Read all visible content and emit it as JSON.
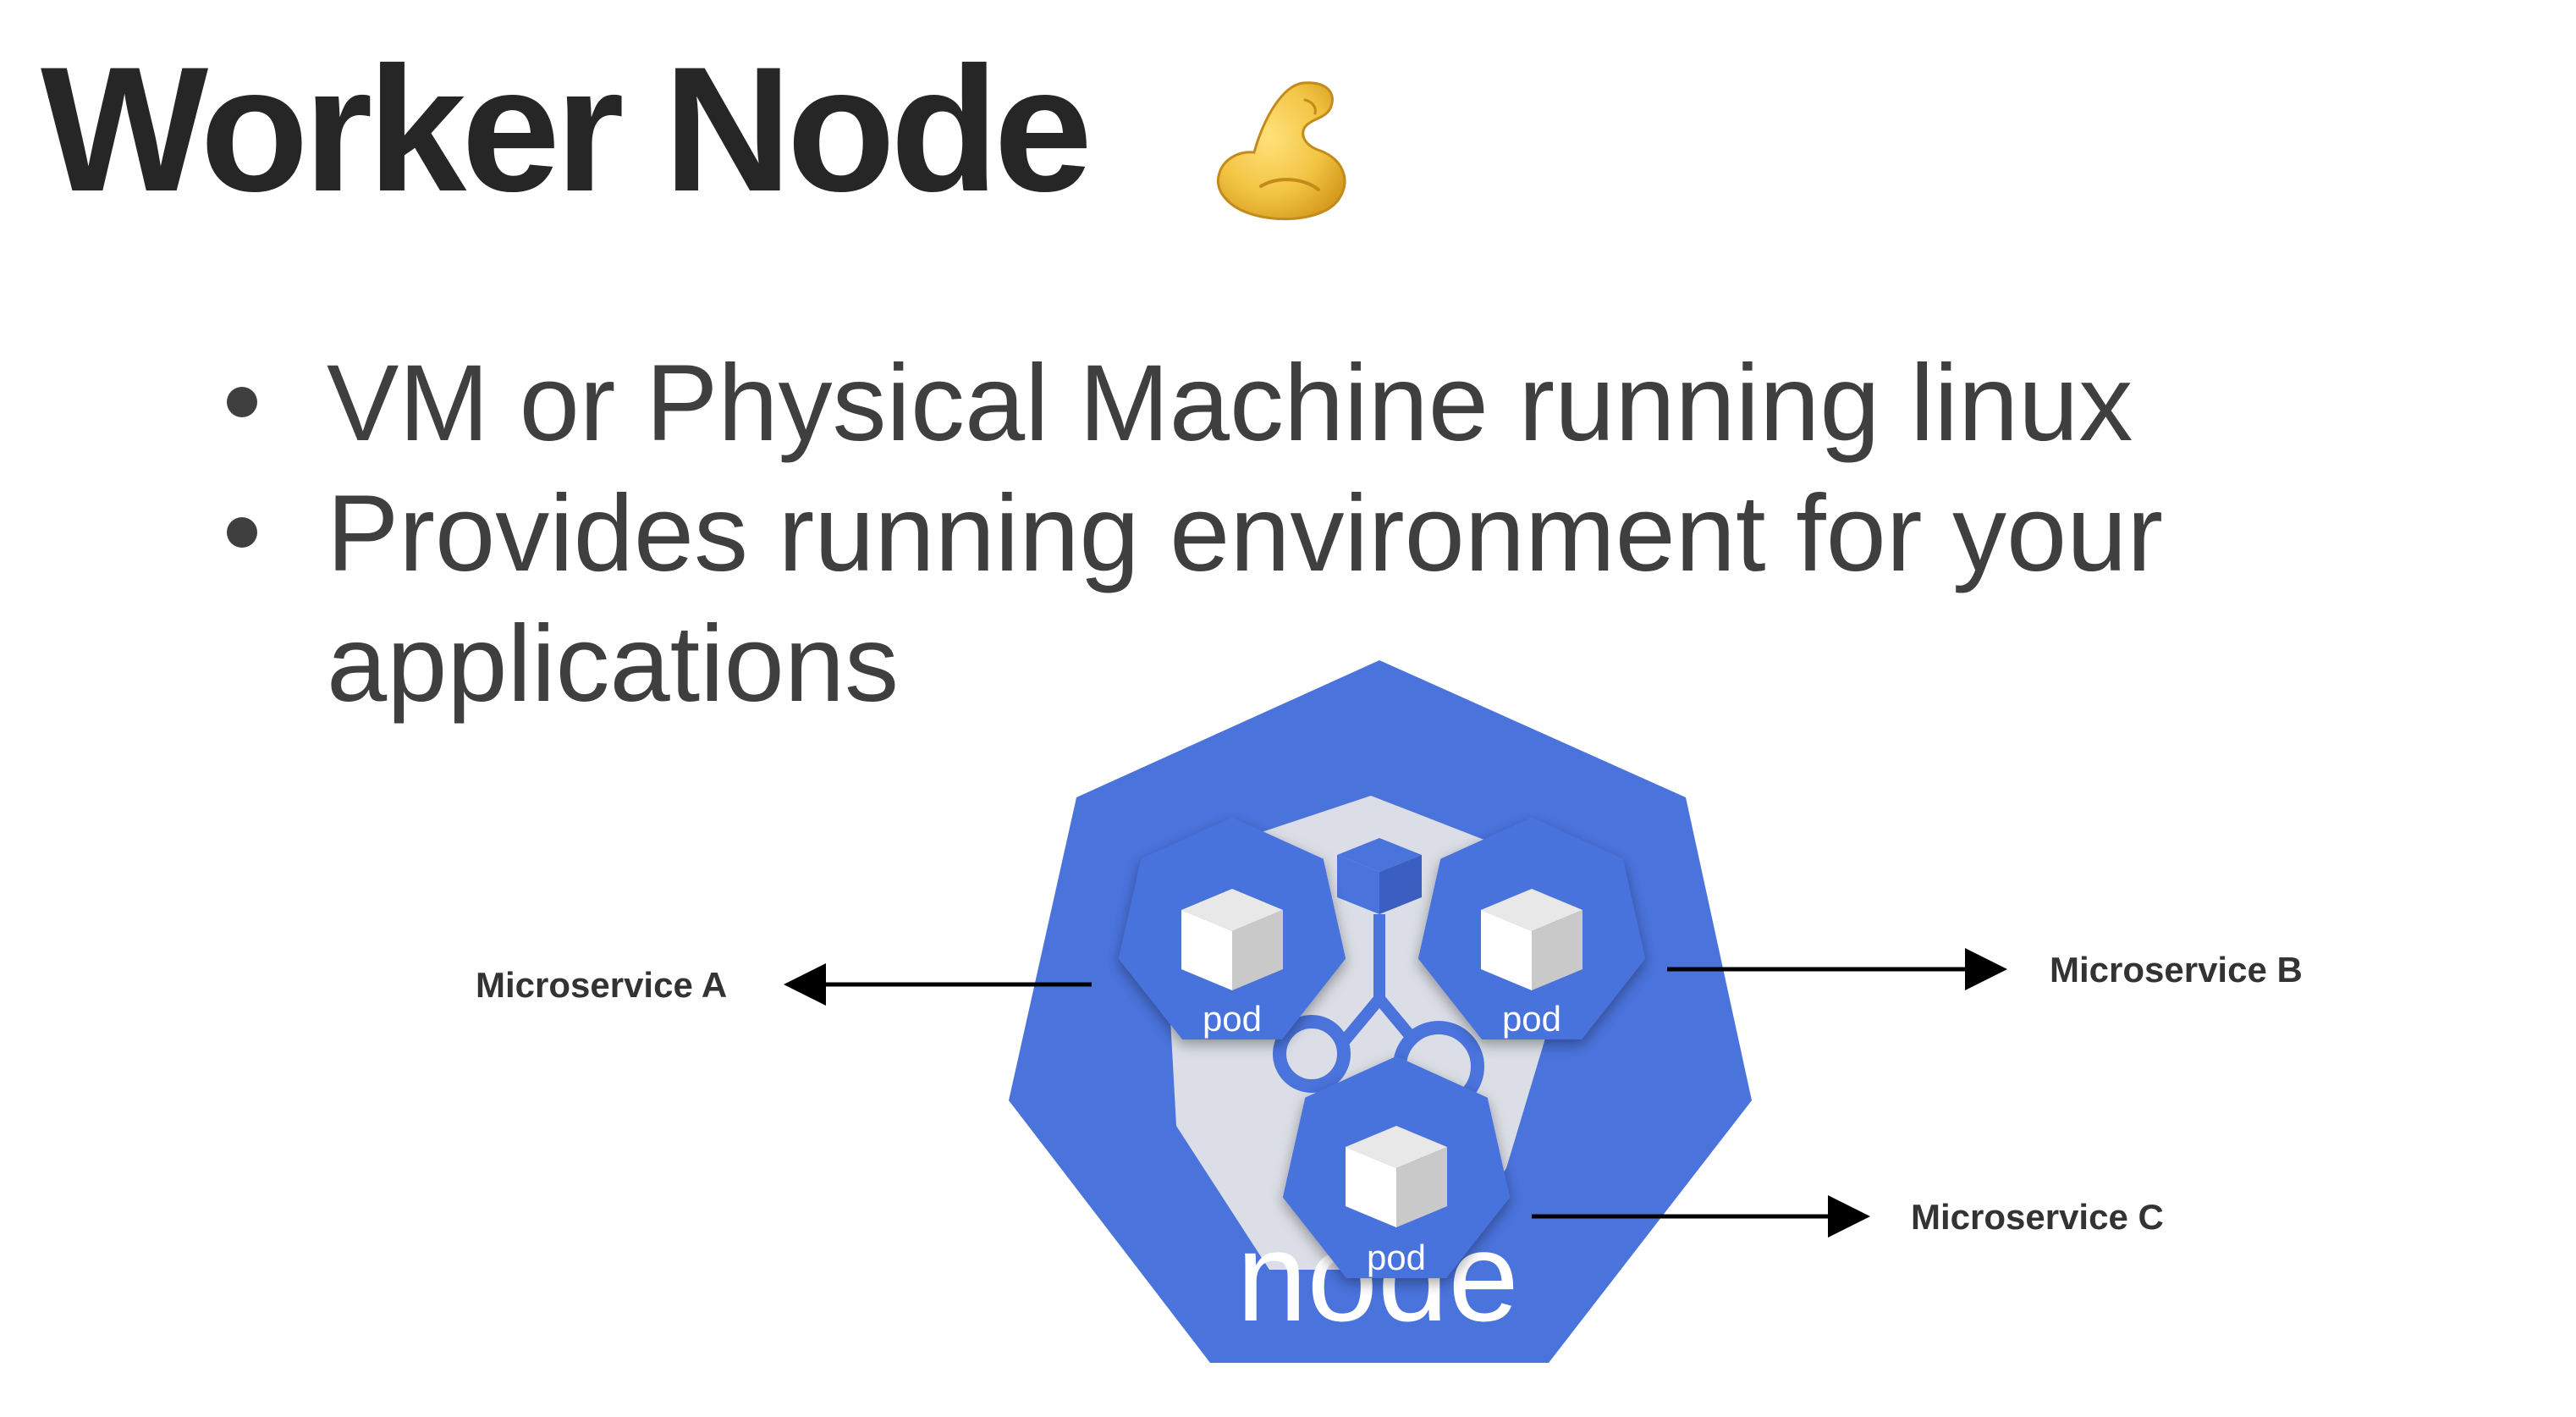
{
  "slide": {
    "title": "Worker Node",
    "title_emoji": "flexed-biceps-icon",
    "bullets": [
      "VM or Physical Machine running linux",
      "Provides running environment for your applications"
    ]
  },
  "diagram": {
    "node_label": "node",
    "pods": [
      {
        "label": "pod",
        "service": "Microservice A"
      },
      {
        "label": "pod",
        "service": "Microservice B"
      },
      {
        "label": "pod",
        "service": "Microservice C"
      }
    ]
  },
  "colors": {
    "node_blue": "#4a73dc",
    "pod_blue": "#4a73dc",
    "title_text": "#262626",
    "bullet_text": "#3f3f3f",
    "arrow": "#000000",
    "emoji_yellow": "#f2c443"
  }
}
